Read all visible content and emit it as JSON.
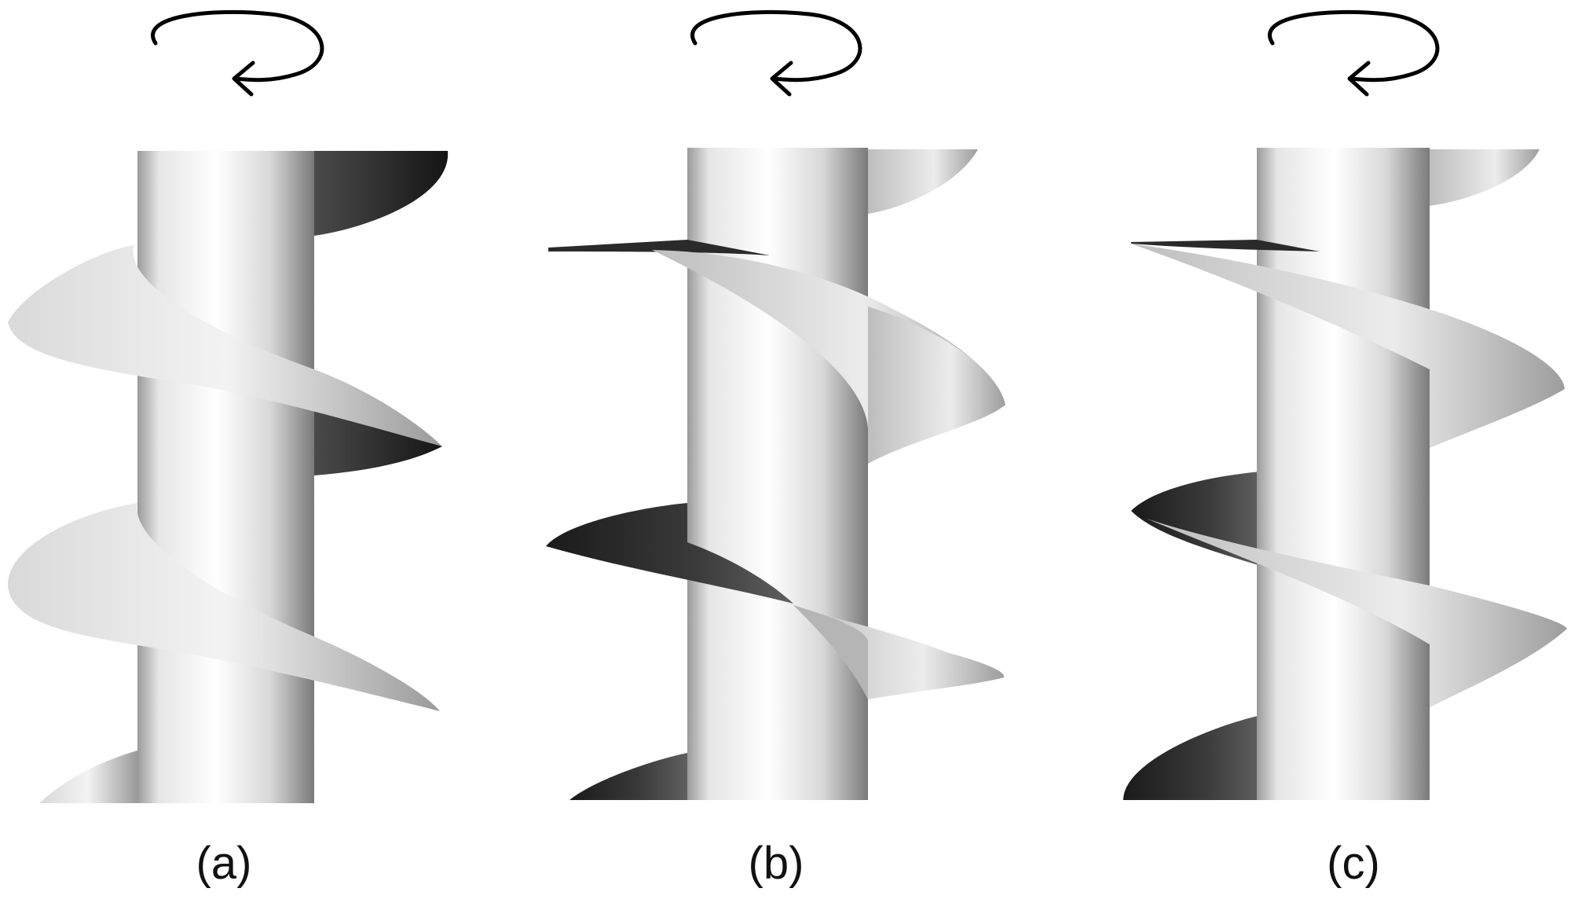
{
  "colors": {
    "background": "#ffffff",
    "arrow": "#000000",
    "shaft_light": "#ffffff",
    "shaft_dark": "#777777",
    "flight_dark": "#1e1e1e",
    "flight_light": "#e8e8e8"
  },
  "panels": [
    {
      "label": "(a)",
      "icon": "rotation-arrow-icon"
    },
    {
      "label": "(b)",
      "icon": "rotation-arrow-icon"
    },
    {
      "label": "(c)",
      "icon": "rotation-arrow-icon"
    }
  ]
}
